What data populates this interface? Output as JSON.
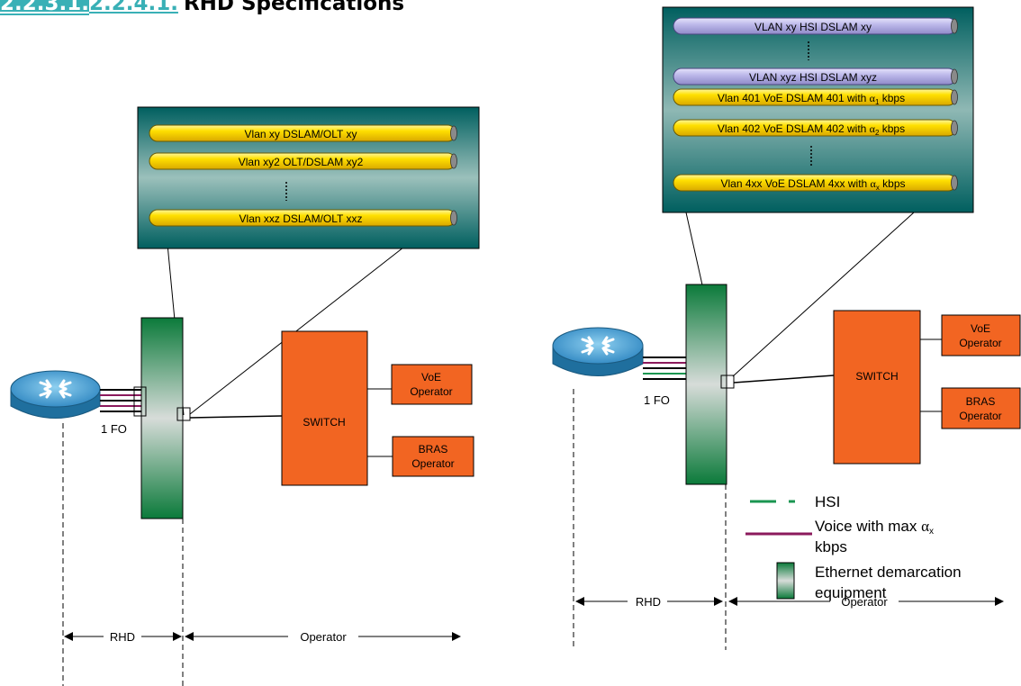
{
  "heading": {
    "number_old": "2.2.3.1.",
    "number_new": "2.2.4.1.",
    "title": "RHD Specifications"
  },
  "left": {
    "vlans": [
      "Vlan xy DSLAM/OLT xy",
      "Vlan xy2 OLT/DSLAM xy2",
      "Vlan xxz DSLAM/OLT xxz"
    ],
    "fiber_label": "1 FO",
    "switch_label": "SWITCH",
    "voe_operator": [
      "VoE",
      "Operator"
    ],
    "bras_operator": [
      "BRAS",
      "Operator"
    ],
    "rhd_label": "RHD",
    "operator_label": "Operator"
  },
  "right": {
    "hsi_vlans": [
      "VLAN xy HSI DSLAM xy",
      "VLAN xyz HSI DSLAM xyz"
    ],
    "voe_vlans": [
      {
        "prefix": "Vlan 401 VoE DSLAM 401 with ",
        "alpha": "α",
        "sub": "1",
        "suffix": " kbps"
      },
      {
        "prefix": "Vlan 402 VoE DSLAM 402 with ",
        "alpha": "α",
        "sub": "2",
        "suffix": " kbps"
      },
      {
        "prefix": "Vlan 4xx VoE DSLAM 4xx with ",
        "alpha": "α",
        "sub": "x",
        "suffix": " kbps"
      }
    ],
    "fiber_label": "1 FO",
    "switch_label": "SWITCH",
    "voe_operator": [
      "VoE",
      "Operator"
    ],
    "bras_operator": [
      "BRAS",
      "Operator"
    ],
    "rhd_label": "RHD",
    "operator_label": "Operator"
  },
  "legend": {
    "hsi": "HSI",
    "voice_line1": "Voice with max ",
    "voice_alpha": "α",
    "voice_sub": "x",
    "voice_line2": "kbps",
    "ethernet_line1": "Ethernet demarcation",
    "ethernet_line2": "equipment"
  },
  "colors": {
    "teal": "#006b6b",
    "pipe_yellow": "#ffe000",
    "pipe_lavender": "#b9b5e8",
    "switch_orange": "#f26522",
    "demarc_green": "#007d3c",
    "hsi_green": "#1a9650",
    "voice_purple": "#8b1a5c",
    "router_blue": "#4a9fd0"
  }
}
